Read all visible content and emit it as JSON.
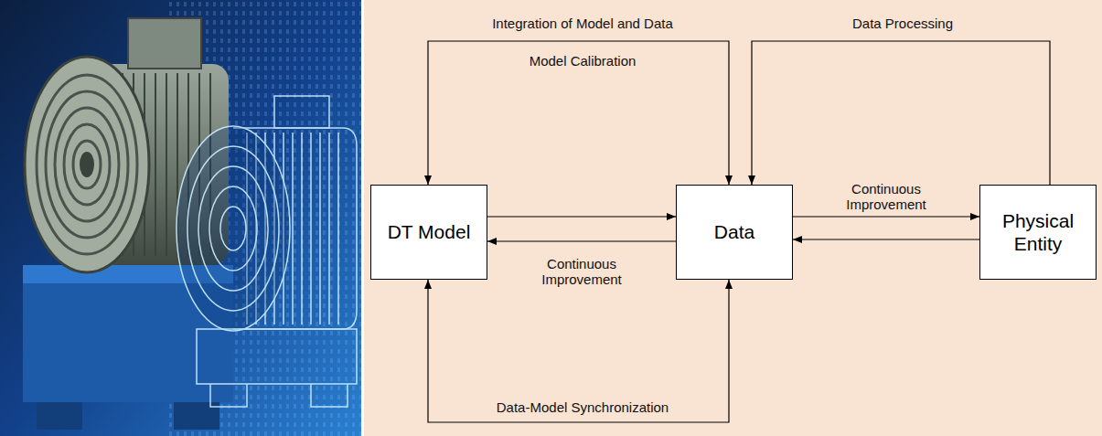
{
  "diagram": {
    "nodes": [
      {
        "text": [
          "DT Model"
        ]
      },
      {
        "text": [
          "Data"
        ]
      },
      {
        "text": [
          "Physical Entity"
        ]
      }
    ],
    "edges": [
      {
        "from": 0,
        "to": 1,
        "arrow": "both",
        "label": "Integration of Model and Data"
      },
      {
        "from": 2,
        "to": 1,
        "arrow": "to",
        "label": "Data Processing"
      },
      {
        "from": 0,
        "to": 1,
        "arrow": "to"
      },
      {
        "from": 1,
        "to": 0,
        "arrow": "to",
        "label": "Continuous Improvement"
      },
      {
        "from": 1,
        "to": 2,
        "arrow": "to",
        "label": "Continuous Improvement"
      },
      {
        "from": 2,
        "to": 1,
        "arrow": "to"
      },
      {
        "from": 0,
        "to": 1,
        "arrow": "both",
        "label": "Data-Model Synchronization"
      }
    ],
    "labels": [
      "Model Calibration"
    ]
  }
}
